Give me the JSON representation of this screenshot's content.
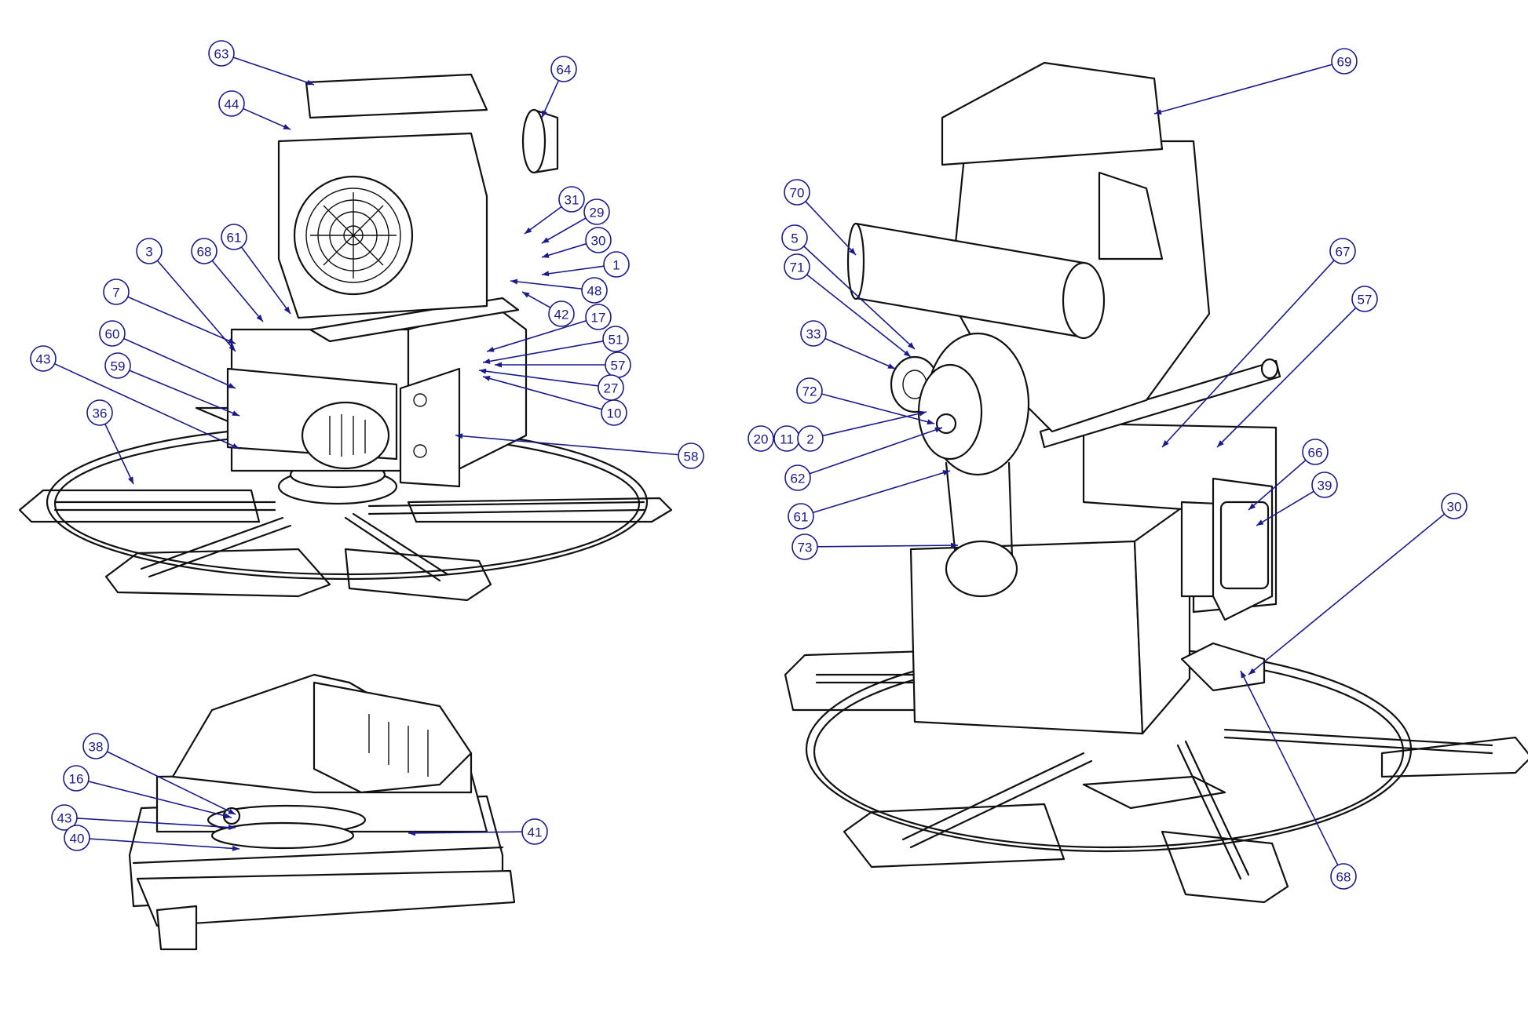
{
  "callouts": [
    {
      "id": "c63a",
      "label": "63"
    },
    {
      "id": "c64",
      "label": "64"
    },
    {
      "id": "c44",
      "label": "44"
    },
    {
      "id": "c31",
      "label": "31"
    },
    {
      "id": "c29",
      "label": "29"
    },
    {
      "id": "c30a",
      "label": "30"
    },
    {
      "id": "c1",
      "label": "1"
    },
    {
      "id": "c48",
      "label": "48"
    },
    {
      "id": "c42",
      "label": "42"
    },
    {
      "id": "c17",
      "label": "17"
    },
    {
      "id": "c51",
      "label": "51"
    },
    {
      "id": "c57a",
      "label": "57"
    },
    {
      "id": "c27",
      "label": "27"
    },
    {
      "id": "c10",
      "label": "10"
    },
    {
      "id": "c58",
      "label": "58"
    },
    {
      "id": "c3",
      "label": "3"
    },
    {
      "id": "c68a",
      "label": "68"
    },
    {
      "id": "c61a",
      "label": "61"
    },
    {
      "id": "c7",
      "label": "7"
    },
    {
      "id": "c60",
      "label": "60"
    },
    {
      "id": "c43a",
      "label": "43"
    },
    {
      "id": "c59",
      "label": "59"
    },
    {
      "id": "c36",
      "label": "36"
    },
    {
      "id": "c69",
      "label": "69"
    },
    {
      "id": "c70",
      "label": "70"
    },
    {
      "id": "c5",
      "label": "5"
    },
    {
      "id": "c71",
      "label": "71"
    },
    {
      "id": "c33",
      "label": "33"
    },
    {
      "id": "c72",
      "label": "72"
    },
    {
      "id": "c20",
      "label": "20"
    },
    {
      "id": "c11",
      "label": "11"
    },
    {
      "id": "c2",
      "label": "2"
    },
    {
      "id": "c62",
      "label": "62"
    },
    {
      "id": "c61b",
      "label": "61"
    },
    {
      "id": "c73",
      "label": "73"
    },
    {
      "id": "c67",
      "label": "67"
    },
    {
      "id": "c57b",
      "label": "57"
    },
    {
      "id": "c66",
      "label": "66"
    },
    {
      "id": "c39",
      "label": "39"
    },
    {
      "id": "c30b",
      "label": "30"
    },
    {
      "id": "c68b",
      "label": "68"
    },
    {
      "id": "c38",
      "label": "38"
    },
    {
      "id": "c16",
      "label": "16"
    },
    {
      "id": "c43b",
      "label": "43"
    },
    {
      "id": "c40",
      "label": "40"
    },
    {
      "id": "c41",
      "label": "41"
    }
  ]
}
